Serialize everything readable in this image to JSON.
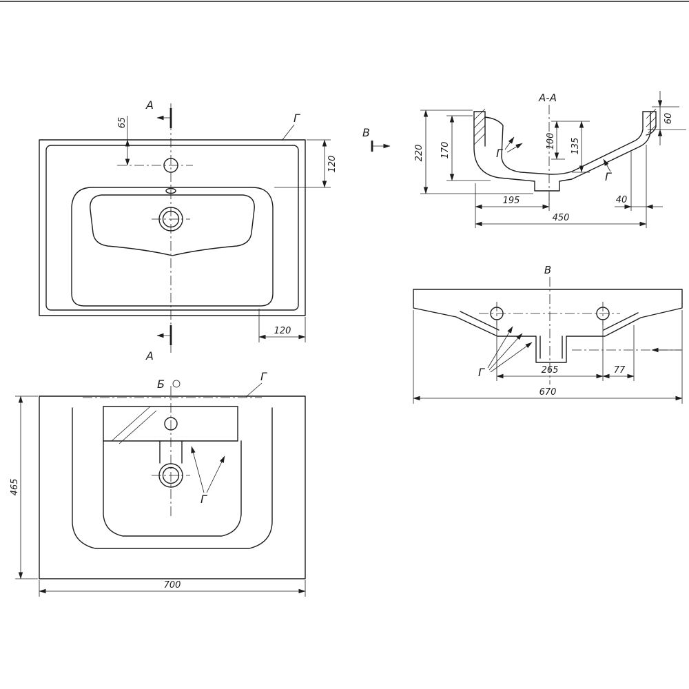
{
  "meta": {
    "background": "#ffffff",
    "ink": "#1c1c1c"
  },
  "top_view": {
    "section_mark_top": "А",
    "section_mark_bottom": "А",
    "g_label": "Г",
    "dim_faucet_offset": "65",
    "dim_rim_depth": "120",
    "dim_side_offset": "120"
  },
  "section_view": {
    "title": "А-А",
    "view_mark": "В",
    "g_label_left": "Г",
    "g_label_right": "Г",
    "dim_height": "220",
    "dim_inner_height": "170",
    "dim_bowl_front": "100",
    "dim_bowl_back": "135",
    "dim_rim": "60",
    "dim_bottom": "195",
    "dim_drain_offset": "40",
    "dim_width": "450"
  },
  "front_view": {
    "title": "В",
    "g_label": "Г",
    "dim_holes": "265",
    "dim_edge": "77",
    "dim_width": "670"
  },
  "bottom_view": {
    "title": "Б",
    "g_label_top": "Г",
    "g_label_inner": "Г",
    "dim_depth": "465",
    "dim_width": "700"
  }
}
